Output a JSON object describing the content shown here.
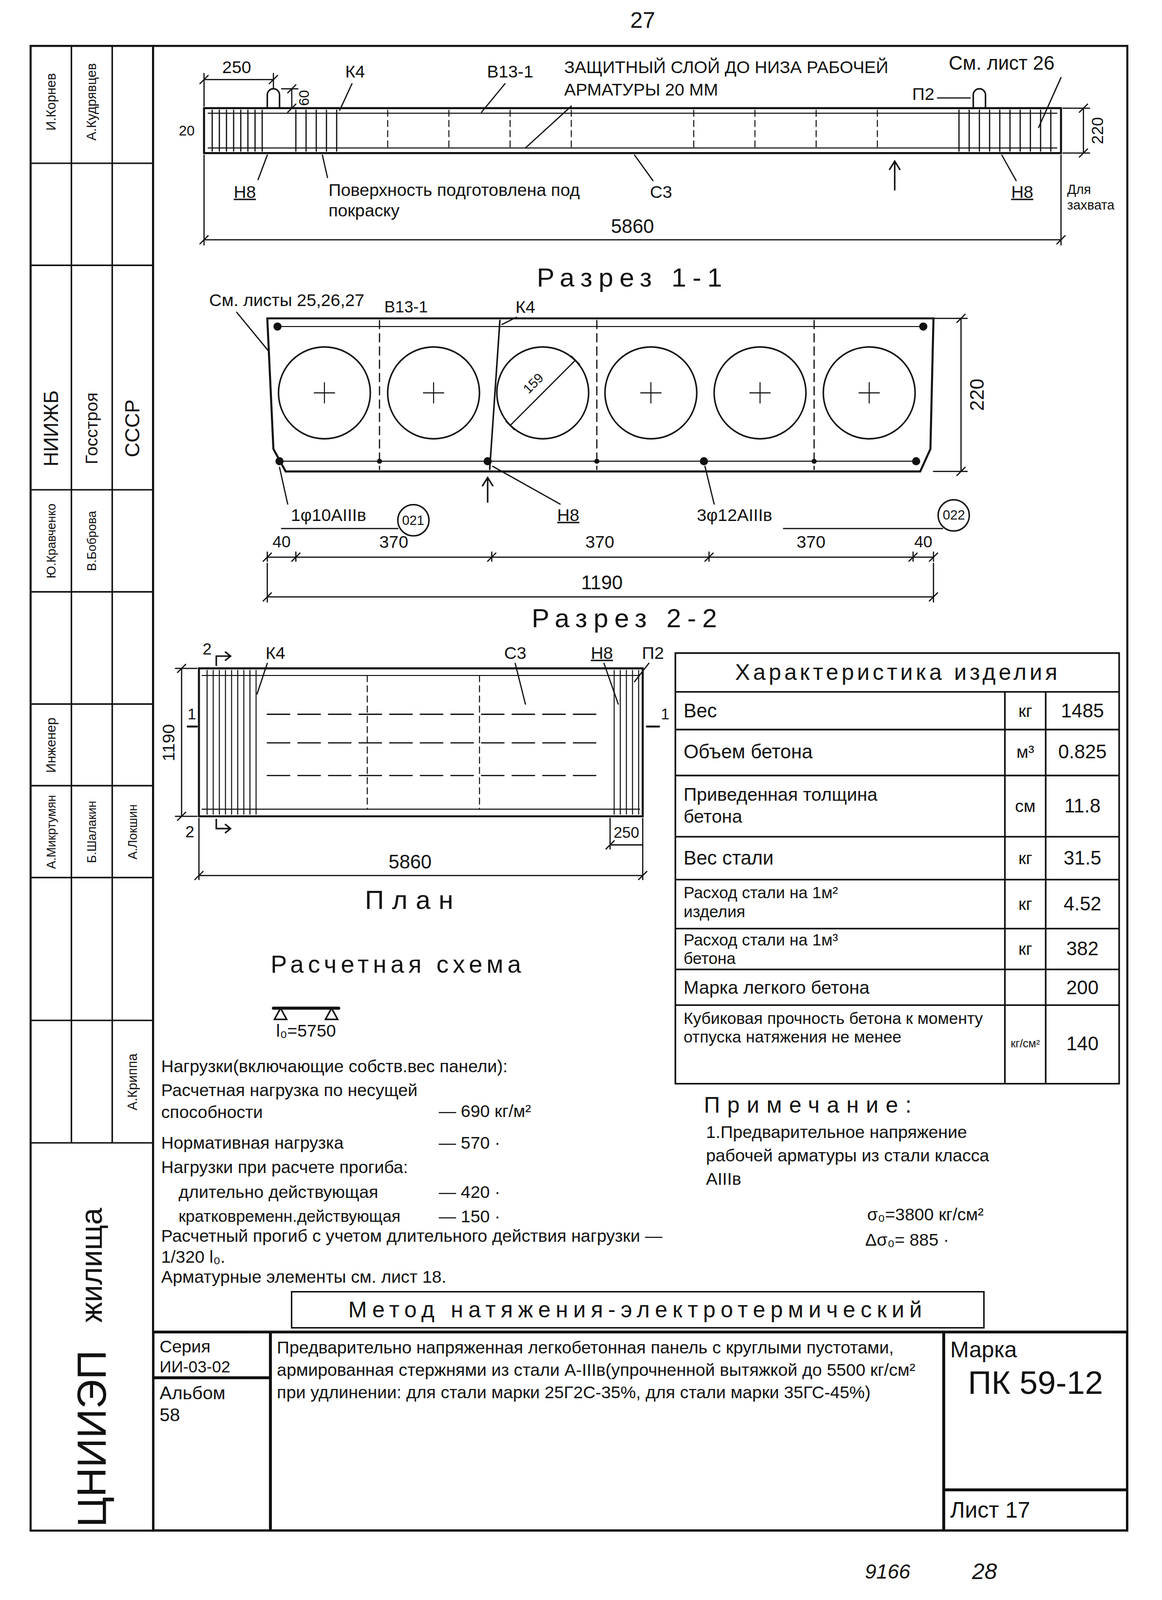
{
  "diagram": {
    "nodes": [
      {
        "text": [
          "021"
        ]
      },
      {
        "text": [
          "022"
        ]
      },
      {
        "text": [
          "Метод натяжения-электротермический"
        ]
      },
      {
        "text": [
          "Серия",
          "ИИ-03-02"
        ]
      },
      {
        "text": [
          "Альбом",
          "58"
        ]
      },
      {
        "text": [
          "Предварительно напряженная легкобетонная панель с круглыми пустотами, армированная стержнями из стали А-IIIв(упрочненной вытяжкой до 5500 кг/см² при удлинении: для стали марки 25Г2С-35%, для стали марки 35ГС-45%)"
        ]
      },
      {
        "text": [
          "Марка",
          "ПК 59-12"
        ]
      },
      {
        "text": [
          "Лист 17"
        ]
      }
    ],
    "labels": [
      "27",
      "250",
      "60",
      "К4",
      "В13-1",
      "ЗАЩИТНЫЙ СЛОЙ ДО НИЗА РАБОЧЕЙ АРМАТУРЫ 20 ММ",
      "См. лист 26",
      "П2",
      "20",
      "220",
      "Н8",
      "Поверхность подготовлена под покраску",
      "С3",
      "5860",
      "Н8",
      "Для захвата",
      "Разрез 1-1",
      "См. листы 25,26,27",
      "В13-1",
      "К4",
      "159",
      "220",
      "1φ10АIIIв",
      "Н8",
      "3φ12АIIIв",
      "40",
      "370",
      "370",
      "370",
      "40",
      "1190",
      "Разрез 2-2",
      "2",
      "К4",
      "С3",
      "Н8",
      "П2",
      "1",
      "1190",
      "1",
      "2",
      "5860",
      "250",
      "План",
      "Характеристика изделия",
      "Вес",
      "кг",
      "1485",
      "Объем бетона",
      "м³",
      "0.825",
      "Приведенная толщина бетона",
      "см",
      "11.8",
      "Вес стали",
      "кг",
      "31.5",
      "Расход стали на 1м² изделия",
      "кг",
      "4.52",
      "Расход стали на 1м³ бетона",
      "кг",
      "382",
      "Марка легкого бетона",
      "200",
      "Кубиковая прочность бетона к моменту отпуска натяжения не менее",
      "кг/см²",
      "140",
      "Расчетная схема",
      "l₀=5750",
      "Нагрузки(включающие собств.вес панели):",
      "Расчетная нагрузка по несущей способности",
      "— 690 кг/м²",
      "Нормативная нагрузка",
      "— 570 ·",
      "Нагрузки при расчете прогиба:",
      "длительно действующая",
      "— 420 ·",
      "кратковременн.действующая",
      "— 150 ·",
      "Расчетный прогиб с учетом длительного действия нагрузки — 1/320 l₀.",
      "Арматурные элементы см. лист 18.",
      "Примечание:",
      "1.Предварительное напряжение рабочей арматуры из стали класса АIIIв",
      "σ₀=3800 кг/см²",
      "Δσ₀= 885 ·",
      "9166",
      "28",
      "И.Корнев",
      "А.Кудрявцев",
      "НИИЖБ",
      "Госстроя",
      "СССР",
      "Ю.Кравченко",
      "В.Боброва",
      "Инженер",
      "А.Микртумян",
      "Б.Шалакин",
      "А.Локшин",
      "А.Криппа",
      "жилища",
      "ЦНИИЭП"
    ]
  }
}
